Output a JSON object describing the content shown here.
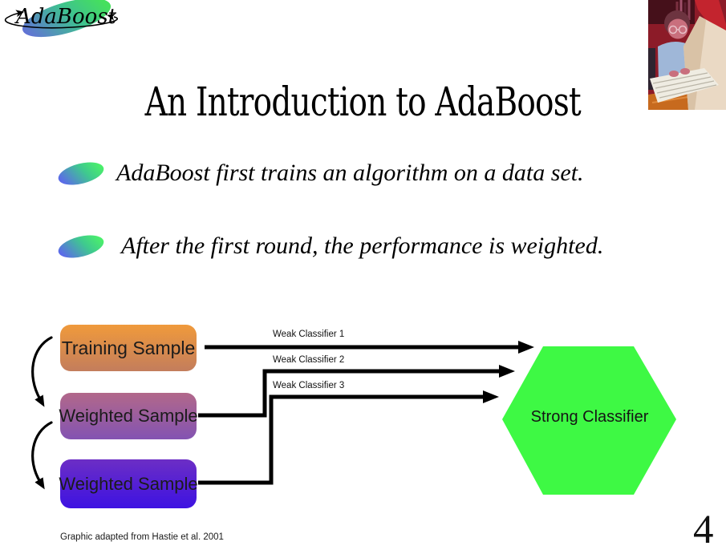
{
  "logo": {
    "text": "AdaBoost"
  },
  "title": "An Introduction to AdaBoost",
  "bullets": [
    {
      "text": "AdaBoost first trains an algorithm on a data set."
    },
    {
      "text": "After the first round, the performance is weighted."
    }
  ],
  "diagram": {
    "boxes": [
      {
        "label": "Training Sample",
        "gradient_top": "#F09A3B",
        "gradient_bottom": "#C37D5C"
      },
      {
        "label": "Weighted Sample",
        "gradient_top": "#B2688A",
        "gradient_bottom": "#8353B2"
      },
      {
        "label": "Weighted Sample",
        "gradient_top": "#6C2EC5",
        "gradient_bottom": "#3D12E2"
      }
    ],
    "arrow_labels": [
      "Weak Classifier 1",
      "Weak Classifier 2",
      "Weak Classifier 3"
    ],
    "hexagon": {
      "label": "Strong Classifier",
      "color": "#3EF944"
    },
    "arrow_color": "#000000",
    "caption": "Graphic adapted from Hastie et al. 2001"
  },
  "footer": {
    "page_number": "4"
  },
  "colors": {
    "background": "#FFFFFF",
    "logo_gradient": [
      "#6272D6",
      "#45E05E"
    ],
    "bullet_gradient": [
      "#5B6BE8",
      "#4BF06A"
    ]
  }
}
